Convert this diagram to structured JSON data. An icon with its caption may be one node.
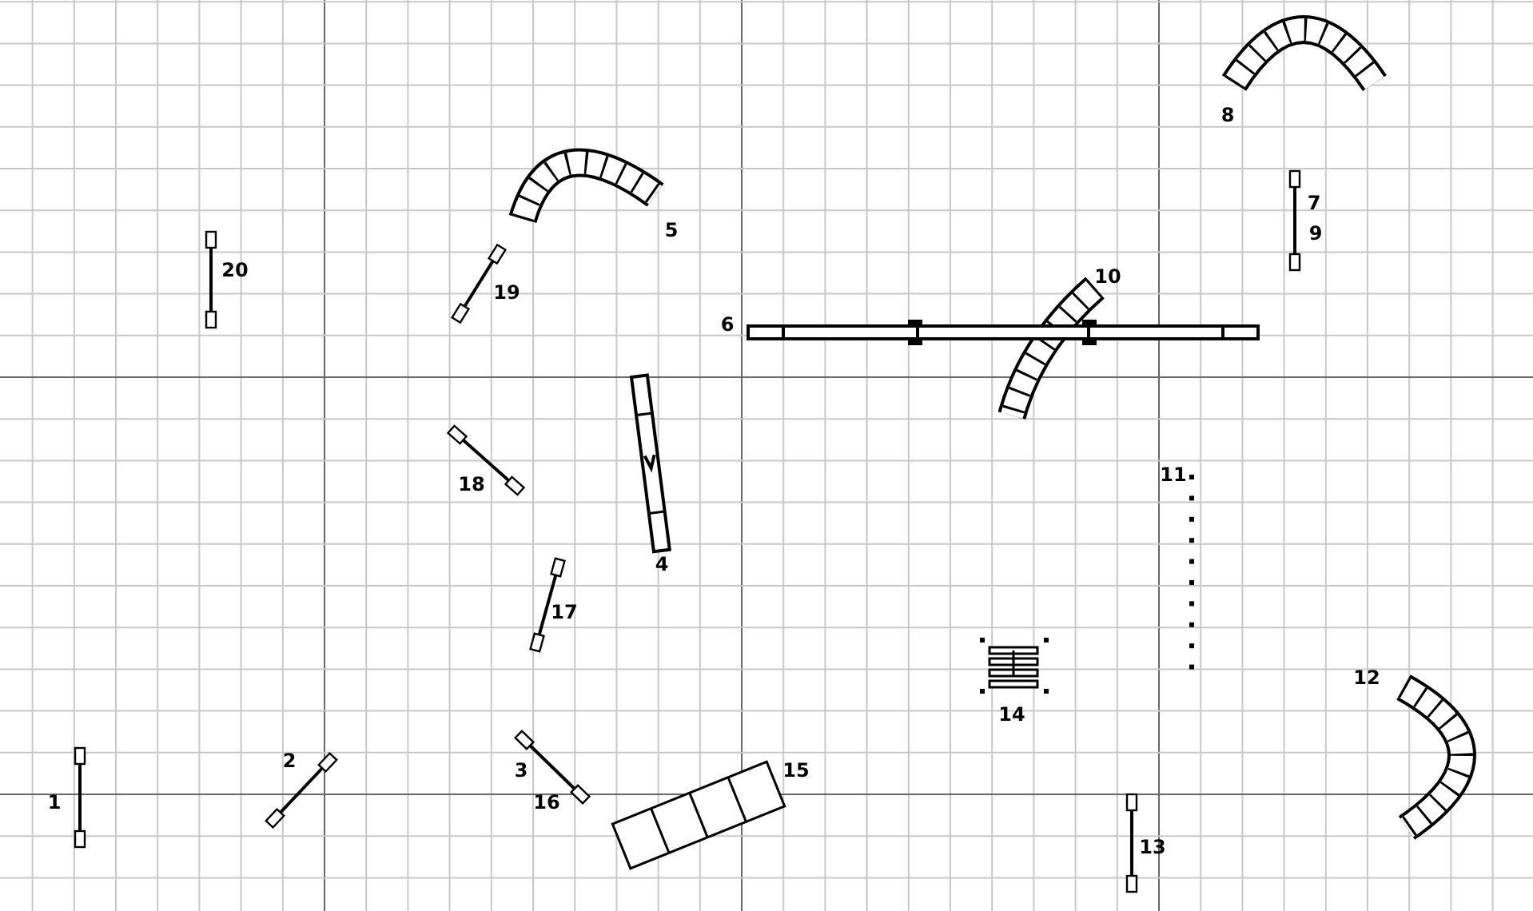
{
  "diagram": {
    "labels": [
      "8",
      "7",
      "5",
      "9",
      "20",
      "10",
      "19",
      "6",
      "11",
      "18",
      "4",
      "17",
      "12",
      "14",
      "2",
      "3",
      "15",
      "1",
      "16",
      "13"
    ]
  }
}
